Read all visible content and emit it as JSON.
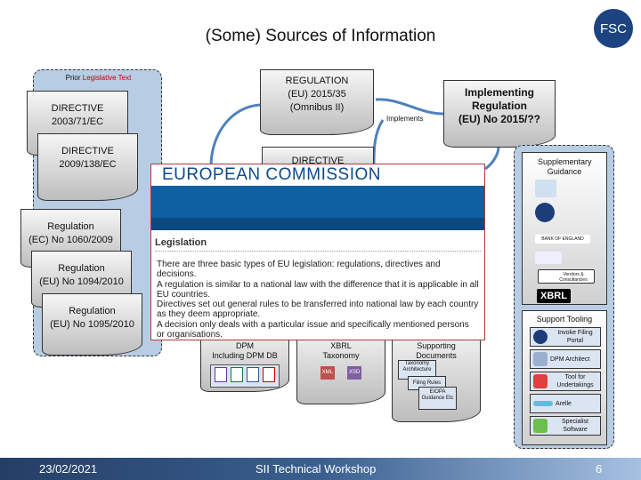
{
  "slide": {
    "title": "(Some) Sources of Information",
    "logo": "FSC"
  },
  "prior": {
    "label_a": "Prior ",
    "label_b": "Legislative Text",
    "docs": [
      {
        "l1": "DIRECTIVE",
        "l2": "2003/71/EC"
      },
      {
        "l1": "DIRECTIVE",
        "l2": "2009/138/EC"
      },
      {
        "l1": "Regulation",
        "l2": "(EC) No 1060/2009"
      },
      {
        "l1": "Regulation",
        "l2": "(EU) No 1094/2010"
      },
      {
        "l1": "Regulation",
        "l2": "(EU) No 1095/2010"
      }
    ]
  },
  "omnibus": {
    "l1": "REGULATION",
    "l2": "(EU) 2015/35",
    "l3": "(Omnibus II)"
  },
  "directive_hidden": "DIRECTIVE",
  "implementing": {
    "l1": "Implementing",
    "l2": "Regulation",
    "l3": "(EU) No 2015/??"
  },
  "implements_label": "Implements",
  "popup": {
    "header": "EUROPEAN COMMISSION",
    "section": "Legislation",
    "lines": [
      "There are three basic types of EU legislation: regulations, directives and decisions.",
      "A regulation is similar to a national law with the difference that it is applicable in all EU countries.",
      "Directives set out general rules to be transferred into national law by each country as they deem appropriate.",
      "A decision only deals with a particular issue and specifically mentioned persons or organisations."
    ]
  },
  "bottom": {
    "dpm": {
      "l1": "DPM",
      "l2": "Including DPM DB"
    },
    "xbrl": {
      "l1": "XBRL",
      "l2": "Taxonomy",
      "f1": "XML",
      "f2": "XSD"
    },
    "supporting": {
      "l1": "Supporting",
      "l2": "Documents",
      "s1": "Taxonomy Architecture",
      "s2": "Filing Rules",
      "s3": "EIOPA Guidance Etc"
    }
  },
  "supplementary": {
    "title": "Supplementary Guidance",
    "boe": "BANK OF ENGLAND",
    "vendors": "Vendors & Consultancies",
    "xbrl": "XBRL"
  },
  "tooling": {
    "title": "Support Tooling",
    "items": [
      "Invoke Filing Portal",
      "DPM Architect",
      "Tool for Undertakings",
      "Arelle",
      "Specialist Software"
    ]
  },
  "footer": {
    "date": "23/02/2021",
    "event": "SII Technical Workshop",
    "page": "6"
  },
  "colors": {
    "panel": "#b8cce4",
    "footer": "#243f66",
    "ec_blue": "#0f5fa3"
  }
}
